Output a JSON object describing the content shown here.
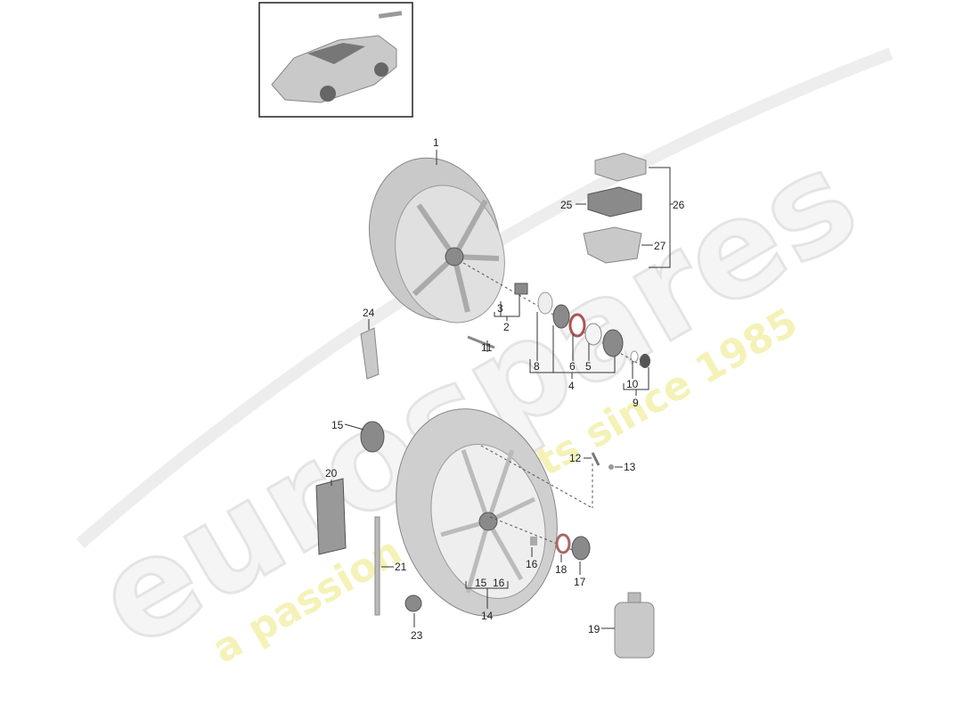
{
  "watermark": {
    "brand": "eurospares",
    "tagline": "a passion for parts since 1985",
    "brand_color": "#e6e6e6",
    "tagline_color": "#f2f0a0"
  },
  "thumbnail": {
    "subject": "car"
  },
  "labels": {
    "l1": "1",
    "l2": "2",
    "l3": "3",
    "l4": "4",
    "l5": "5",
    "l6": "6",
    "l8": "8",
    "l9": "9",
    "l10": "10",
    "l11": "11",
    "l12": "12",
    "l13": "13",
    "l14": "14",
    "l15a": "15",
    "l15b": "15",
    "l16a": "16",
    "l16b": "16",
    "l17": "17",
    "l18": "18",
    "l19": "19",
    "l20": "20",
    "l21": "21",
    "l23": "23",
    "l24": "24",
    "l25": "25",
    "l26": "26",
    "l27": "27"
  }
}
